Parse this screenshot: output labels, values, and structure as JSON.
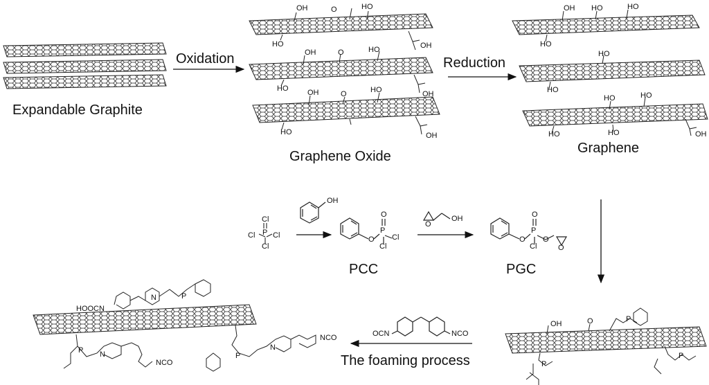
{
  "labels": {
    "expandable_graphite": "Expandable Graphite",
    "oxidation": "Oxidation",
    "graphene_oxide": "Graphene Oxide",
    "reduction": "Reduction",
    "graphene": "Graphene",
    "pcc": "PCC",
    "pgc": "PGC",
    "foaming": "The foaming process"
  },
  "groups": {
    "oh": "OH",
    "ho": "HO",
    "o": "O",
    "cl": "Cl",
    "p": "P",
    "n": "N",
    "nco": "NCO",
    "ocn": "OCN",
    "hoocn": "HOOCN"
  }
}
